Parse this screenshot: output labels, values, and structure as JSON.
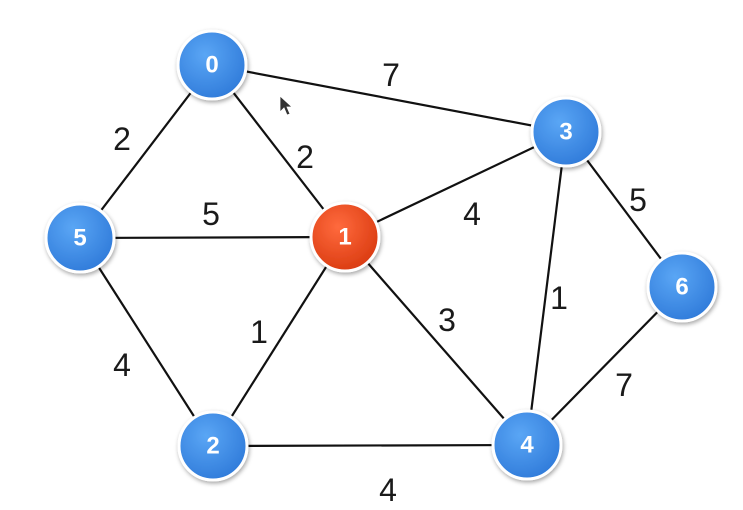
{
  "graph": {
    "colors": {
      "node": "#3f8ee8",
      "node_highlight": "#ef4a1c",
      "edge": "#111111",
      "text": "#1a1a1a",
      "node_text": "#ffffff"
    },
    "nodes": [
      {
        "id": "0",
        "label": "0",
        "highlighted": false
      },
      {
        "id": "1",
        "label": "1",
        "highlighted": true
      },
      {
        "id": "2",
        "label": "2",
        "highlighted": false
      },
      {
        "id": "3",
        "label": "3",
        "highlighted": false
      },
      {
        "id": "4",
        "label": "4",
        "highlighted": false
      },
      {
        "id": "5",
        "label": "5",
        "highlighted": false
      },
      {
        "id": "6",
        "label": "6",
        "highlighted": false
      }
    ],
    "edges": [
      {
        "from": "0",
        "to": "3",
        "weight": "7"
      },
      {
        "from": "0",
        "to": "5",
        "weight": "2"
      },
      {
        "from": "0",
        "to": "1",
        "weight": "2"
      },
      {
        "from": "5",
        "to": "1",
        "weight": "5"
      },
      {
        "from": "1",
        "to": "3",
        "weight": "4"
      },
      {
        "from": "3",
        "to": "6",
        "weight": "5"
      },
      {
        "from": "5",
        "to": "2",
        "weight": "4"
      },
      {
        "from": "2",
        "to": "1",
        "weight": "1"
      },
      {
        "from": "1",
        "to": "4",
        "weight": "3"
      },
      {
        "from": "3",
        "to": "4",
        "weight": "1"
      },
      {
        "from": "6",
        "to": "4",
        "weight": "7"
      },
      {
        "from": "2",
        "to": "4",
        "weight": "4"
      }
    ]
  }
}
